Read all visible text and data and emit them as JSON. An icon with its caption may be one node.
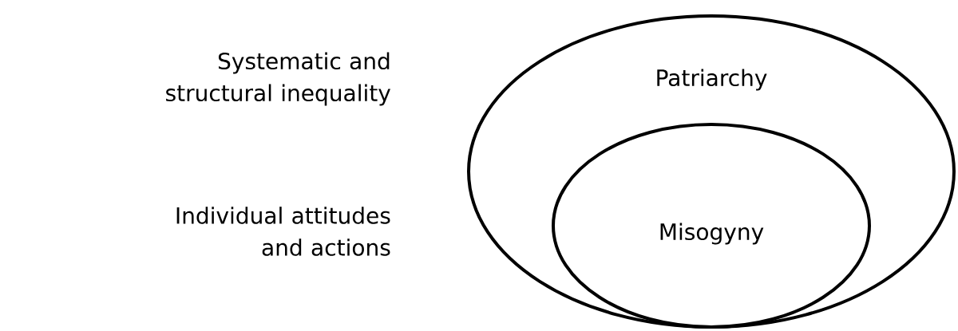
{
  "diagram": {
    "nodes": [
      {
        "text": [
          "Patriarchy"
        ]
      },
      {
        "text": [
          "Misogyny"
        ],
        "in": 0
      }
    ],
    "labels": [
      "Systematic and structural inequality",
      "Individual attitudes and actions"
    ]
  }
}
